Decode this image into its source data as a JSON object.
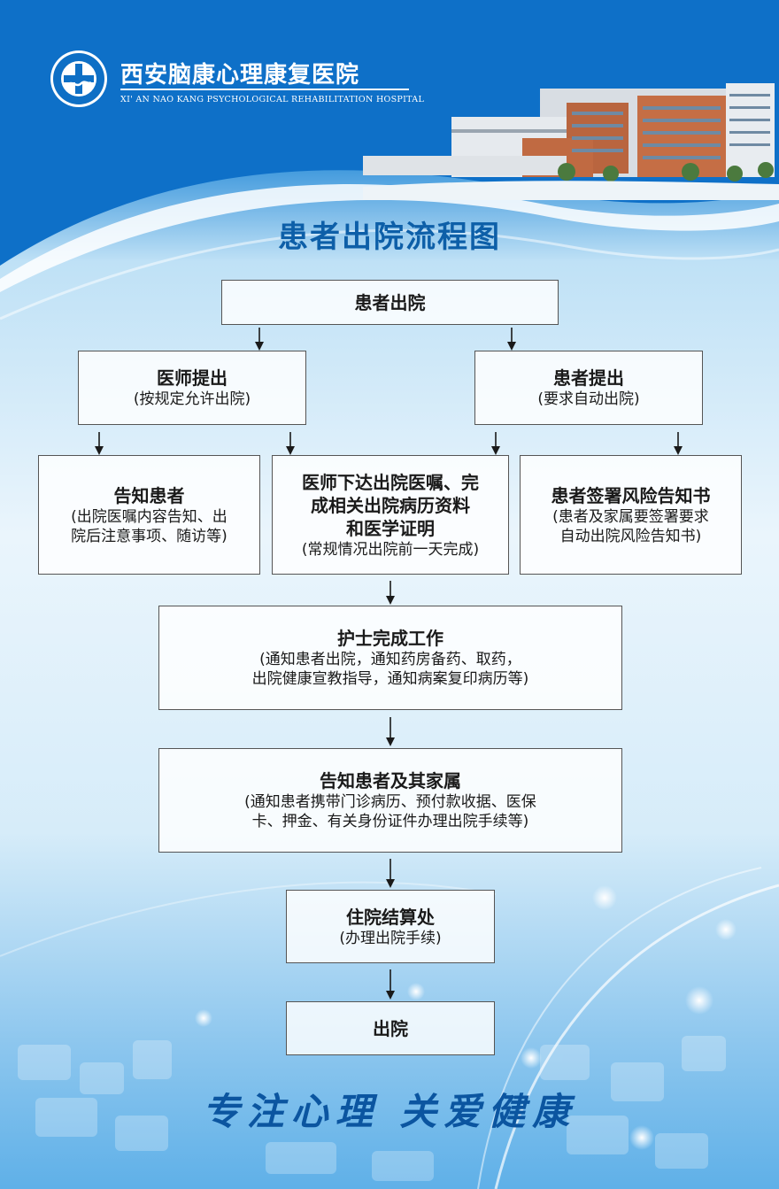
{
  "hospital": {
    "name_cn": "西安脑康心理康复医院",
    "name_en": "XI' AN NAO KANG PSYCHOLOGICAL REHABILITATION HOSPITAL",
    "logo_icon": "hospital-cross-logo-icon"
  },
  "title": "患者出院流程图",
  "flow": {
    "start": "患者出院",
    "doctor": {
      "title": "医师提出",
      "sub": "(按规定允许出院)"
    },
    "patient": {
      "title": "患者提出",
      "sub": "(要求自动出院)"
    },
    "inform": {
      "title": "告知患者",
      "sub1": "(出院医嘱内容告知、出",
      "sub2": "院后注意事项、随访等)"
    },
    "orders": {
      "title1": "医师下达出院医嘱、完",
      "title2": "成相关出院病历资料",
      "title3": "和医学证明",
      "sub": "(常规情况出院前一天完成)"
    },
    "risk": {
      "title": "患者签署风险告知书",
      "sub1": "(患者及家属要签署要求",
      "sub2": "自动出院风险告知书)"
    },
    "nurse": {
      "title": "护士完成工作",
      "sub1": "(通知患者出院，通知药房备药、取药，",
      "sub2": "出院健康宣教指导，通知病案复印病历等)"
    },
    "family": {
      "title": "告知患者及其家属",
      "sub1": "(通知患者携带门诊病历、预付款收据、医保",
      "sub2": "卡、押金、有关身份证件办理出院手续等)"
    },
    "billing": {
      "title": "住院结算处",
      "sub": "(办理出院手续)"
    },
    "end": "出院"
  },
  "slogan": "专注心理  关爱健康",
  "colors": {
    "title": "#0d5fa8",
    "header_blue": "#0c6ec4",
    "border": "#555555"
  }
}
